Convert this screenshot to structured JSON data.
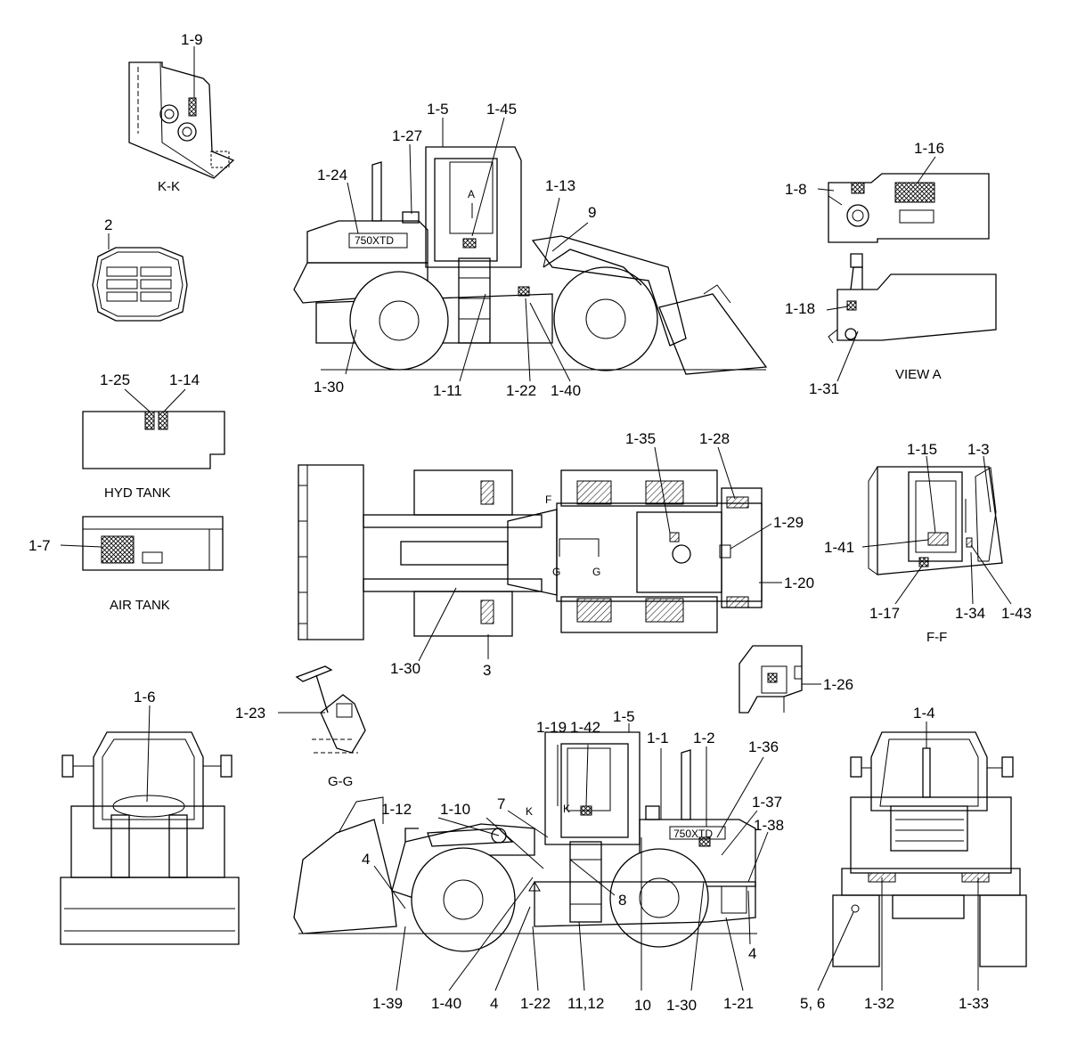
{
  "callouts": {
    "c1_9": "1-9",
    "c1_5a": "1-5",
    "c1_45": "1-45",
    "c1_27": "1-27",
    "c1_24": "1-24",
    "c1_13": "1-13",
    "c9": "9",
    "c1_30a": "1-30",
    "c1_11": "1-11",
    "c1_22a": "1-22",
    "c1_40a": "1-40",
    "c1_16": "1-16",
    "c1_8": "1-8",
    "c1_18": "1-18",
    "c1_31": "1-31",
    "c2": "2",
    "c1_25": "1-25",
    "c1_14": "1-14",
    "c1_7": "1-7",
    "c1_35": "1-35",
    "c1_28": "1-28",
    "c1_29": "1-29",
    "c1_20": "1-20",
    "c1_30b": "1-30",
    "c3": "3",
    "c1_15": "1-15",
    "c1_3": "1-3",
    "c1_41": "1-41",
    "c1_17": "1-17",
    "c1_34": "1-34",
    "c1_43": "1-43",
    "c1_6": "1-6",
    "c1_23": "1-23",
    "c1_26": "1-26",
    "c1_19": "1-19",
    "c1_42": "1-42",
    "c1_5b": "1-5",
    "c1_1": "1-1",
    "c1_2": "1-2",
    "c1_36": "1-36",
    "c1_37": "1-37",
    "c1_38": "1-38",
    "c1_12": "1-12",
    "c1_10": "1-10",
    "c7": "7",
    "c4a": "4",
    "c8": "8",
    "c4b": "4",
    "c1_39": "1-39",
    "c1_40b": "1-40",
    "c4c": "4",
    "c1_22b": "1-22",
    "c11_12": "11,12",
    "c10": "10",
    "c1_30c": "1-30",
    "c1_21": "1-21",
    "c1_4": "1-4",
    "c5_6": "5, 6",
    "c1_32": "1-32",
    "c1_33": "1-33"
  },
  "captions": {
    "kk": "K-K",
    "view_a": "VIEW A",
    "hyd_tank": "HYD TANK",
    "air_tank": "AIR TANK",
    "ff": "F-F",
    "gg": "G-G"
  },
  "markers": {
    "a": "A",
    "f": "F",
    "g1": "G",
    "g2": "G",
    "k1": "K",
    "k2": "K"
  },
  "model_text": {
    "model_top": "750XTD",
    "model_bottom": "750XTD"
  }
}
